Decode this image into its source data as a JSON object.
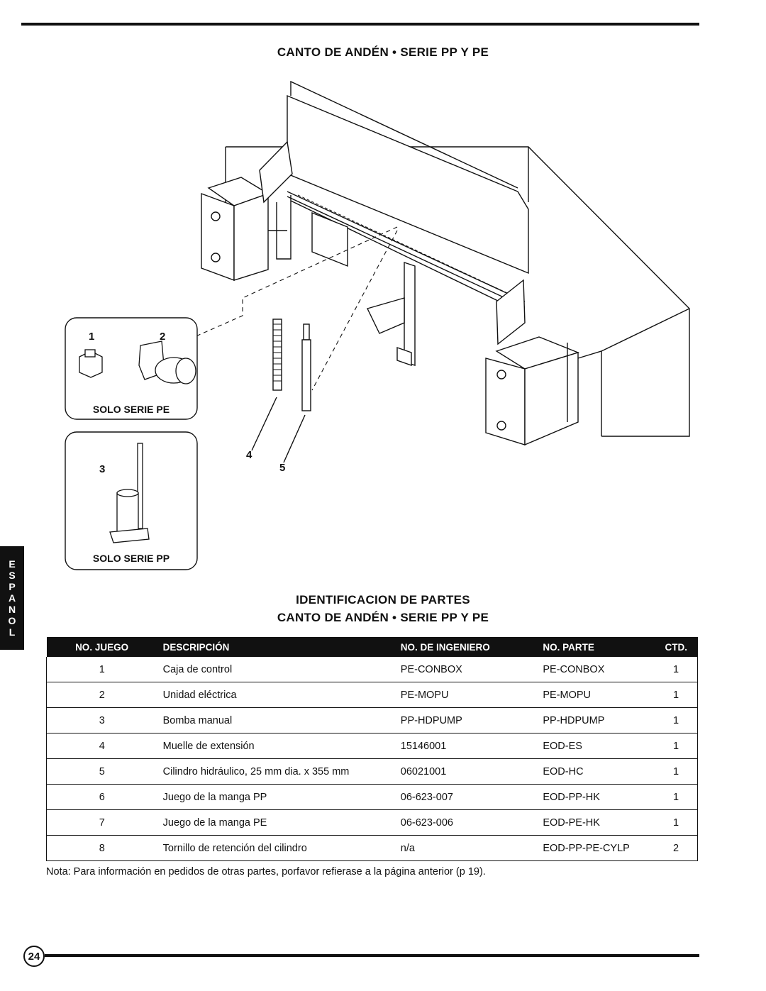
{
  "header": {
    "title": "CANTO DE ANDÉN  •  SERIE PP Y PE"
  },
  "diagram": {
    "callouts": [
      "1",
      "2",
      "3",
      "4",
      "5"
    ],
    "inset_pe_label": "SOLO SERIE PE",
    "inset_pp_label": "SOLO SERIE PP"
  },
  "side_tab": {
    "letters": [
      "E",
      "S",
      "P",
      "A",
      "N",
      "O",
      "L"
    ]
  },
  "section": {
    "title_line1": "IDENTIFICACION DE PARTES",
    "title_line2": "CANTO DE ANDÉN  •  SERIE PP Y PE"
  },
  "table": {
    "headers": [
      "NO. JUEGO",
      "DESCRIPCIÓN",
      "NO. DE INGENIERO",
      "NO. PARTE",
      "CTD."
    ],
    "rows": [
      [
        "1",
        "Caja de control",
        "PE-CONBOX",
        "PE-CONBOX",
        "1"
      ],
      [
        "2",
        "Unidad eléctrica",
        "PE-MOPU",
        "PE-MOPU",
        "1"
      ],
      [
        "3",
        "Bomba manual",
        "PP-HDPUMP",
        "PP-HDPUMP",
        "1"
      ],
      [
        "4",
        "Muelle de extensión",
        "15146001",
        "EOD-ES",
        "1"
      ],
      [
        "5",
        "Cilindro hidráulico, 25 mm dia. x 355 mm",
        "06021001",
        "EOD-HC",
        "1"
      ],
      [
        "6",
        "Juego de la manga PP",
        "06-623-007",
        "EOD-PP-HK",
        "1"
      ],
      [
        "7",
        "Juego de la manga PE",
        "06-623-006",
        "EOD-PE-HK",
        "1"
      ],
      [
        "8",
        "Tornillo de retención del cilindro",
        "n/a",
        "EOD-PP-PE-CYLP",
        "2"
      ]
    ]
  },
  "note": "Nota: Para información en pedidos de otras partes, porfavor refierase a la página anterior (p 19).",
  "page_number": "24"
}
